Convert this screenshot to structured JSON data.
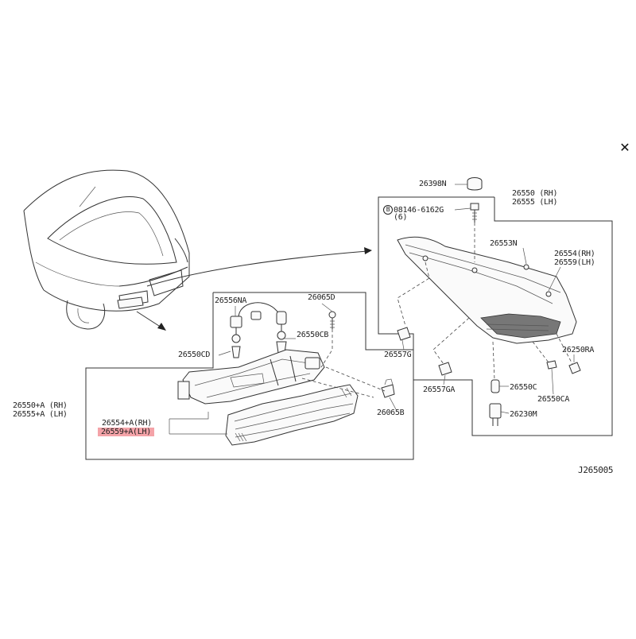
{
  "close": {
    "label": "✕"
  },
  "diagram_code": "J265005",
  "labels": {
    "l26398N": "26398N",
    "l26550rh": "26550 (RH)",
    "l26555lh": "26555 (LH)",
    "bolt_symbol": "B",
    "bolt_part": "08146-6162G",
    "bolt_qty": "(6)",
    "l26553N": "26553N",
    "l26554rh": "26554(RH)",
    "l26559lh": "26559(LH)",
    "l26557G": "26557G",
    "l26557GA": "26557GA",
    "l26250RA": "26250RA",
    "l26550C": "26550C",
    "l26550CA": "26550CA",
    "l26230M": "26230M",
    "l26556NA": "26556NA",
    "l26065D": "26065D",
    "l26550CB": "26550CB",
    "l26550CD": "26550CD",
    "l26065B": "26065B",
    "l26550Arh": "26550+A (RH)",
    "l26555Alh": "26555+A (LH)",
    "l26554Arh": "26554+A(RH)",
    "l26559Alh": "26559+A(LH)"
  }
}
